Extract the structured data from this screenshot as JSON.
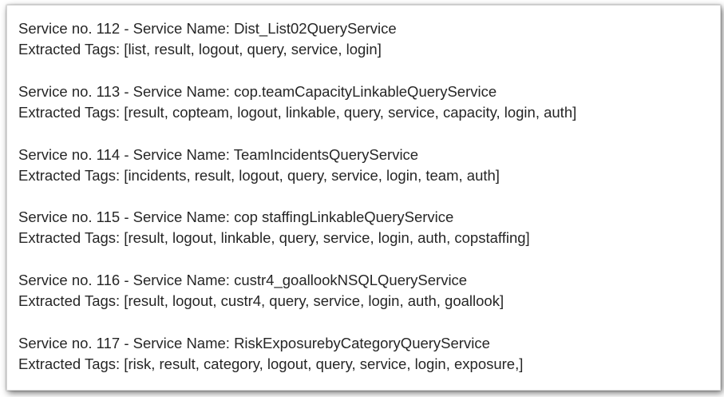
{
  "entries": [
    {
      "service_line": "Service no. 112 - Service Name: Dist_List02QueryService",
      "tags_line": "Extracted Tags: [list, result, logout, query, service, login]"
    },
    {
      "service_line": "Service no. 113 - Service Name: cop.teamCapacityLinkableQueryService",
      "tags_line": "Extracted Tags: [result, copteam, logout, linkable, query, service, capacity, login, auth]"
    },
    {
      "service_line": "Service no. 114 - Service Name: TeamIncidentsQueryService",
      "tags_line": "Extracted Tags: [incidents, result, logout, query, service, login, team, auth]"
    },
    {
      "service_line": "Service no. 115 - Service Name: cop staffingLinkableQueryService",
      "tags_line": "Extracted Tags: [result, logout, linkable, query, service, login, auth, copstaffing]"
    },
    {
      "service_line": "Service no. 116 - Service Name: custr4_goallookNSQLQueryService",
      "tags_line": "Extracted Tags: [result, logout, custr4, query, service, login, auth, goallook]"
    },
    {
      "service_line": "Service no. 117 - Service Name: RiskExposurebyCategoryQueryService",
      "tags_line": "Extracted Tags: [risk, result, category, logout, query, service, login, exposure,]"
    }
  ]
}
